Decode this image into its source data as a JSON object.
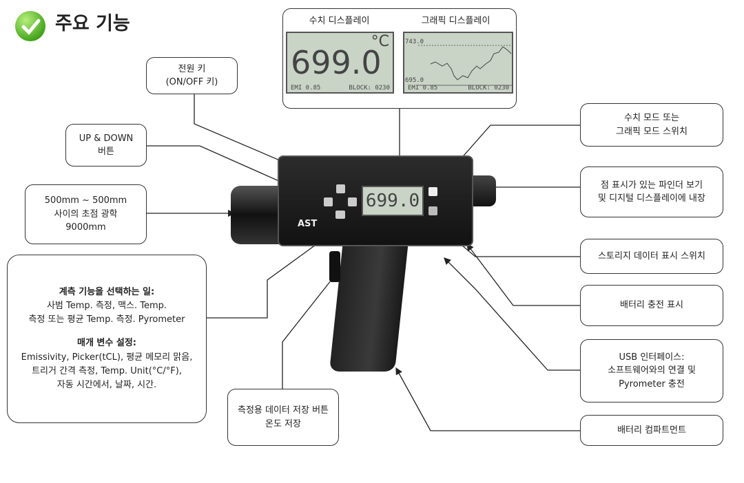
{
  "title": "주요 기능",
  "displays": {
    "numeric_label": "수치 디스플레이",
    "graphic_label": "그래픽 디스플레이",
    "value": "699.0",
    "unit": "°C",
    "emi": "EMI 0.85",
    "block": "BLOCK: 0230",
    "graph_max": "743.0",
    "graph_min": "695.0"
  },
  "device": {
    "brand": "AST",
    "lcd_value": "699.0"
  },
  "labels": {
    "power": [
      "전원 키",
      "(ON/OFF 키)"
    ],
    "updown": [
      "UP & DOWN",
      "버튼"
    ],
    "optics": [
      "500mm ~ 500mm",
      "사이의 초점 광학",
      "9000mm"
    ],
    "functions": {
      "heading1": "계측 기능을 선택하는 일:",
      "line1": "사범 Temp. 측정, 맥스. Temp.",
      "line2": "측정 또는 평균 Temp. 측정. Pyrometer",
      "heading2": "매개 변수 설정:",
      "line3": "Emissivity, Picker(tCL), 평균 메모리 맑음,",
      "line4": "트리거 간격 측정, Temp. Unit(°C/°F),",
      "line5": "자동 시간에서, 날짜, 시간."
    },
    "save": [
      "측정용 데이터 저장 버튼",
      "온도 저장"
    ],
    "mode": [
      "수치 모드 또는",
      "그래픽 모드 스위치"
    ],
    "finder": [
      "점 표시가 있는 파인더 보기",
      "및 디지털 디스플레이에 내장"
    ],
    "storage": "스토리지 데이터 표시 스위치",
    "battery_ind": "배터리 충전 표시",
    "usb": [
      "USB 인터페이스:",
      "소프트웨어와의 연결 및",
      "Pyrometer 충전"
    ],
    "battery_comp": "배터리 컴파트먼트"
  }
}
